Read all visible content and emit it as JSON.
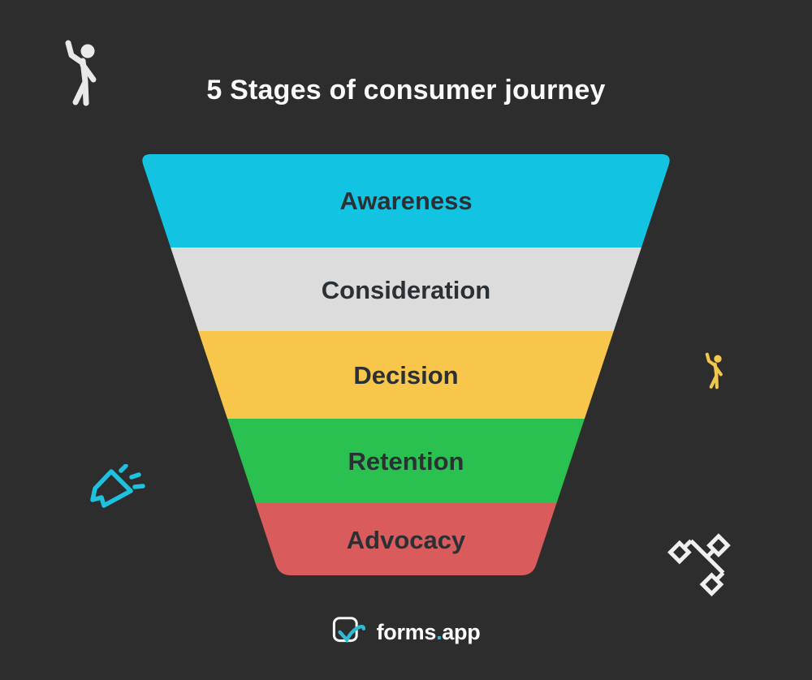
{
  "title": "5 Stages of consumer journey",
  "background_color": "#2d2d2d",
  "funnel": {
    "label_color": "#2b3035",
    "stages": [
      {
        "label": "Awareness",
        "color": "#12c3e2"
      },
      {
        "label": "Consideration",
        "color": "#dcdcdc"
      },
      {
        "label": "Decision",
        "color": "#f7c64b"
      },
      {
        "label": "Retention",
        "color": "#2ac150"
      },
      {
        "label": "Advocacy",
        "color": "#d95b5b"
      }
    ]
  },
  "decorations": {
    "person_white": "person-raising-hand-icon",
    "person_yellow": "person-raising-hand-icon",
    "megaphone": "megaphone-icon",
    "flowchart": "flowchart-icon",
    "person_white_color": "#e9e9e9",
    "person_yellow_color": "#f2c84c",
    "megaphone_color": "#1cc2e0",
    "flowchart_color": "#f0f0f0"
  },
  "logo": {
    "brand_left": "forms",
    "dot": ".",
    "brand_right": "app",
    "accent_color": "#2fb9d4"
  }
}
